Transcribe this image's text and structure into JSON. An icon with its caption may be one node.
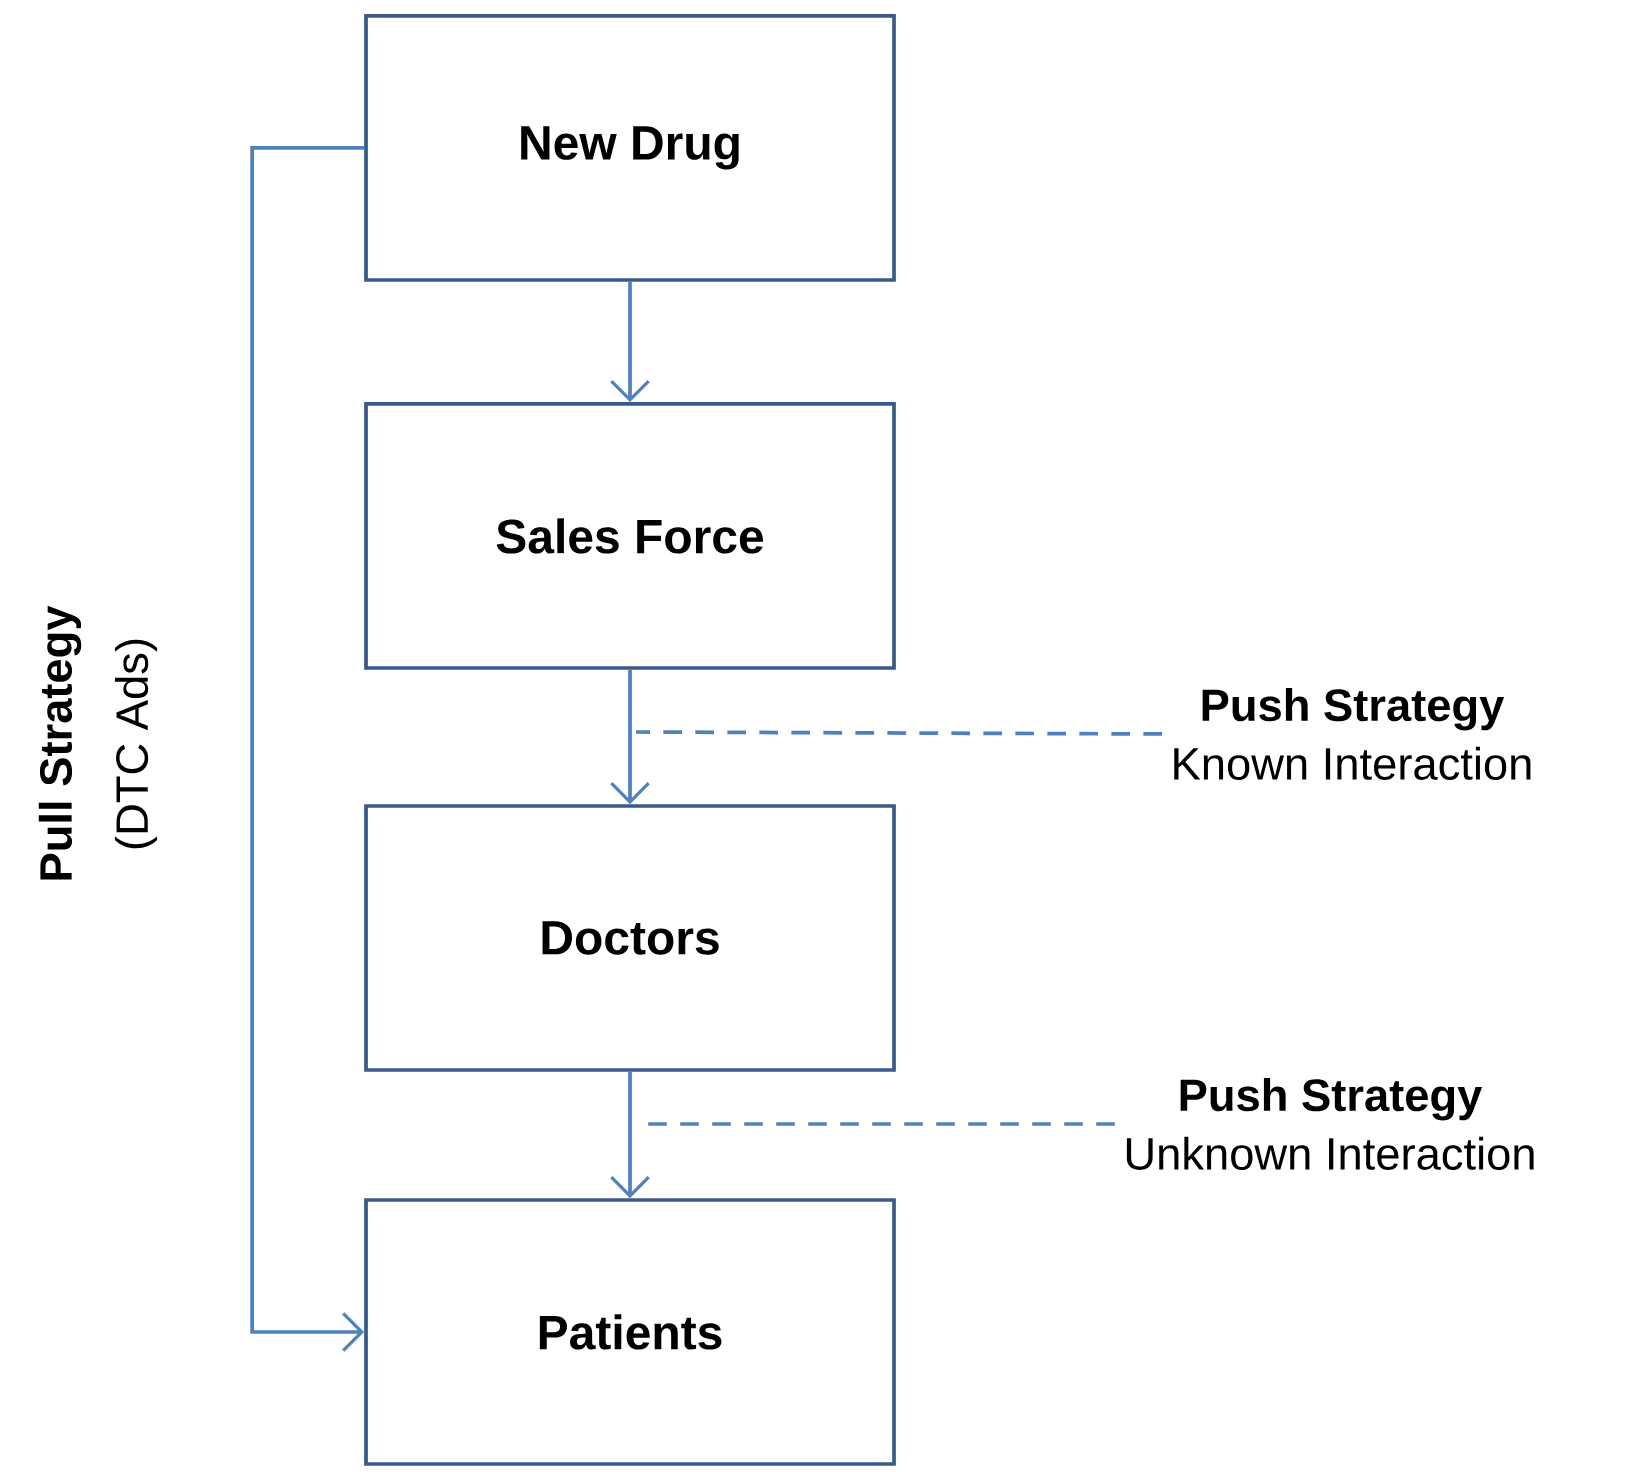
{
  "diagram": {
    "nodes": [
      {
        "text": [
          "New Drug"
        ]
      },
      {
        "text": [
          "Sales Force"
        ]
      },
      {
        "text": [
          "Doctors"
        ]
      },
      {
        "text": [
          "Patients"
        ]
      },
      {
        "text": [
          "Push Strategy",
          "Known Interaction"
        ]
      },
      {
        "text": [
          "Push Strategy",
          "Unknown Interaction"
        ]
      }
    ],
    "edges": [
      {
        "from": 0,
        "to": 1,
        "arrow": "to"
      },
      {
        "from": 1,
        "to": 2,
        "arrow": "to"
      },
      {
        "from": 2,
        "to": 3,
        "arrow": "to"
      },
      {
        "from": 0,
        "to": 3,
        "arrow": "to"
      },
      {
        "from": 4,
        "to": null,
        "arrow": "none",
        "style": "dashed"
      },
      {
        "from": 5,
        "to": null,
        "arrow": "none",
        "style": "dashed"
      }
    ],
    "labels": [
      "Pull Strategy",
      "(DTC Ads)"
    ]
  }
}
